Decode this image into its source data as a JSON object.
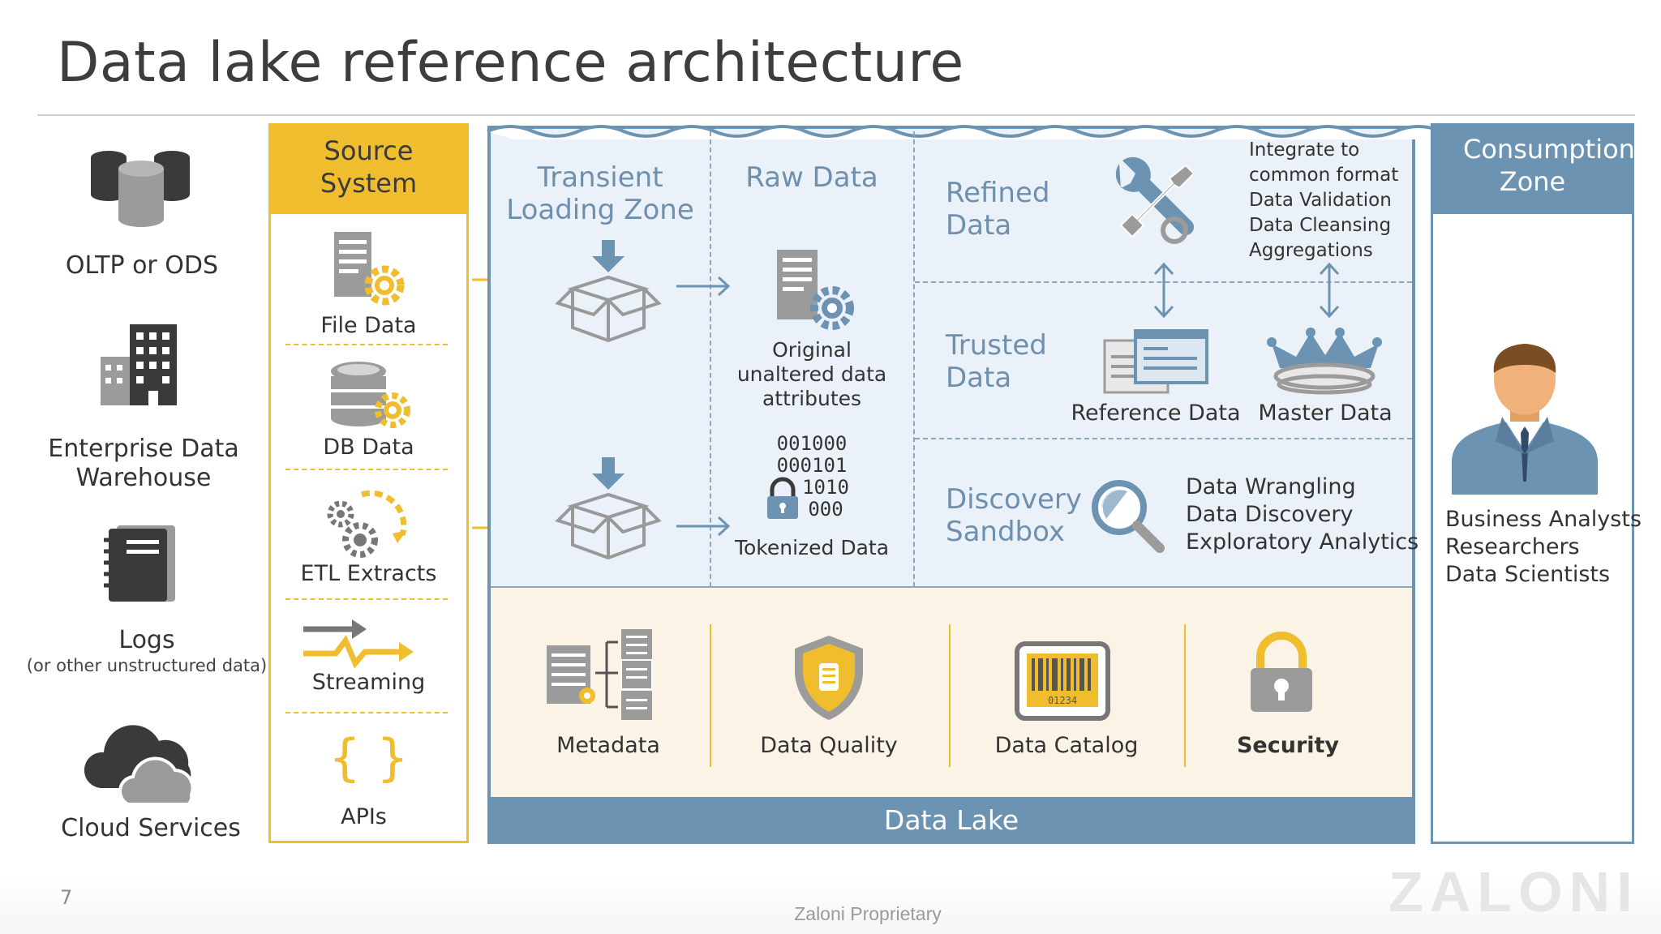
{
  "title": "Data lake reference architecture",
  "sources": [
    {
      "label": "OLTP or ODS",
      "icon": "database-icon"
    },
    {
      "label": "Enterprise Data Warehouse",
      "icon": "building-icon"
    },
    {
      "label": "Logs",
      "sub": "(or other unstructured data)",
      "icon": "notebook-icon"
    },
    {
      "label": "Cloud Services",
      "icon": "cloud-icon"
    }
  ],
  "source_system": {
    "title": "Source System",
    "items": [
      "File Data",
      "DB Data",
      "ETL Extracts",
      "Streaming",
      "APIs"
    ]
  },
  "zones": {
    "transient": "Transient Loading Zone",
    "raw": "Raw Data",
    "raw_caption": "Original unaltered data attributes",
    "tokenized": "Tokenized Data",
    "binary_lines": [
      "001000",
      "000101",
      "1010",
      "000"
    ],
    "refined": "Refined Data",
    "refined_notes": [
      "Integrate to",
      "common format",
      "Data Validation",
      "Data Cleansing",
      "Aggregations"
    ],
    "trusted": "Trusted Data",
    "reference_data": "Reference Data",
    "master_data": "Master Data",
    "discovery": "Discovery Sandbox",
    "discovery_notes": [
      "Data Wrangling",
      "Data Discovery",
      "Exploratory Analytics"
    ]
  },
  "governance": [
    "Metadata",
    "Data Quality",
    "Data Catalog",
    "Security"
  ],
  "barcode_digits": "01234",
  "data_lake_label": "Data Lake",
  "consumption": {
    "title": "Consumption Zone",
    "users": [
      "Business Analysts",
      "Researchers",
      "Data Scientists"
    ]
  },
  "footer": "Zaloni Proprietary",
  "page_number": "7",
  "watermark": "ZALONI",
  "colors": {
    "gold": "#f0bd2f",
    "steel": "#6c93b2",
    "lake": "#ebf1f8",
    "cream": "#fbf3e5"
  }
}
